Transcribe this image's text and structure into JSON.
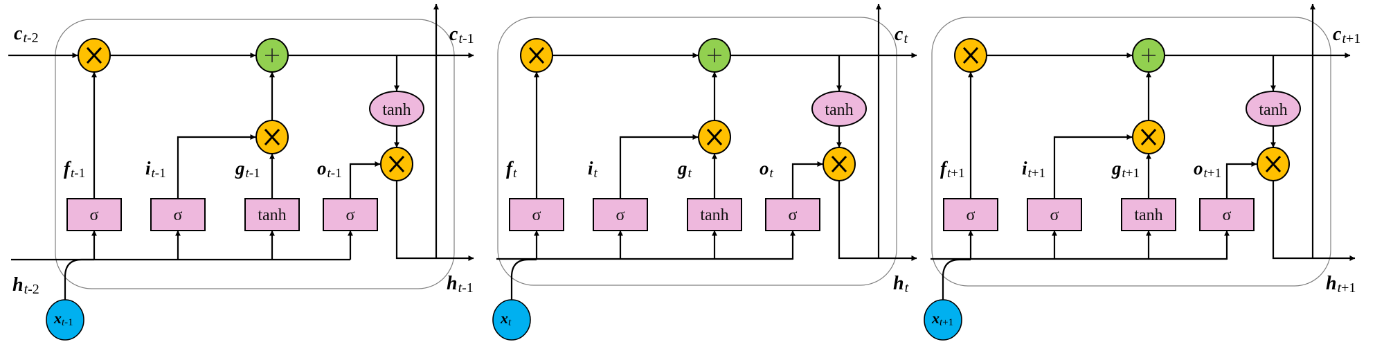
{
  "figure": {
    "title": "Unrolled LSTM network (three time steps)",
    "colors": {
      "multiply_node": "#FFC000",
      "add_node": "#92D050",
      "activation": "#EEB8DD",
      "input_node": "#00B0F0",
      "wire": "#000000",
      "cell_frame": "#7F7F7F"
    },
    "operators": {
      "multiply": "×",
      "add": "+",
      "sigma": "σ",
      "tanh": "tanh"
    },
    "inputs": {
      "c_prev": {
        "main": "c",
        "sub_italic": "t",
        "sub_rest": "-2"
      },
      "h_prev": {
        "main": "h",
        "sub_italic": "t",
        "sub_rest": "-2"
      }
    },
    "cells": [
      {
        "x": {
          "main": "x",
          "sub_italic": "t",
          "sub_rest": "-1"
        },
        "gates": {
          "f": {
            "main": "f",
            "sub_italic": "t",
            "sub_rest": "-1"
          },
          "i": {
            "main": "i",
            "sub_italic": "t",
            "sub_rest": "-1"
          },
          "g": {
            "main": "g",
            "sub_italic": "t",
            "sub_rest": "-1"
          },
          "o": {
            "main": "o",
            "sub_italic": "t",
            "sub_rest": "-1"
          }
        },
        "c_out": {
          "main": "c",
          "sub_italic": "t",
          "sub_rest": "-1"
        },
        "h_out": {
          "main": "h",
          "sub_italic": "t",
          "sub_rest": "-1"
        }
      },
      {
        "x": {
          "main": "x",
          "sub_italic": "t",
          "sub_rest": ""
        },
        "gates": {
          "f": {
            "main": "f",
            "sub_italic": "t",
            "sub_rest": ""
          },
          "i": {
            "main": "i",
            "sub_italic": "t",
            "sub_rest": ""
          },
          "g": {
            "main": "g",
            "sub_italic": "t",
            "sub_rest": ""
          },
          "o": {
            "main": "o",
            "sub_italic": "t",
            "sub_rest": ""
          }
        },
        "c_out": {
          "main": "c",
          "sub_italic": "t",
          "sub_rest": ""
        },
        "h_out": {
          "main": "h",
          "sub_italic": "t",
          "sub_rest": ""
        }
      },
      {
        "x": {
          "main": "x",
          "sub_italic": "t",
          "sub_rest": "+1"
        },
        "gates": {
          "f": {
            "main": "f",
            "sub_italic": "t",
            "sub_rest": "+1"
          },
          "i": {
            "main": "i",
            "sub_italic": "t",
            "sub_rest": "+1"
          },
          "g": {
            "main": "g",
            "sub_italic": "t",
            "sub_rest": "+1"
          },
          "o": {
            "main": "o",
            "sub_italic": "t",
            "sub_rest": "+1"
          }
        },
        "c_out": {
          "main": "c",
          "sub_italic": "t",
          "sub_rest": "+1"
        },
        "h_out": {
          "main": "h",
          "sub_italic": "t",
          "sub_rest": "+1"
        }
      }
    ]
  }
}
